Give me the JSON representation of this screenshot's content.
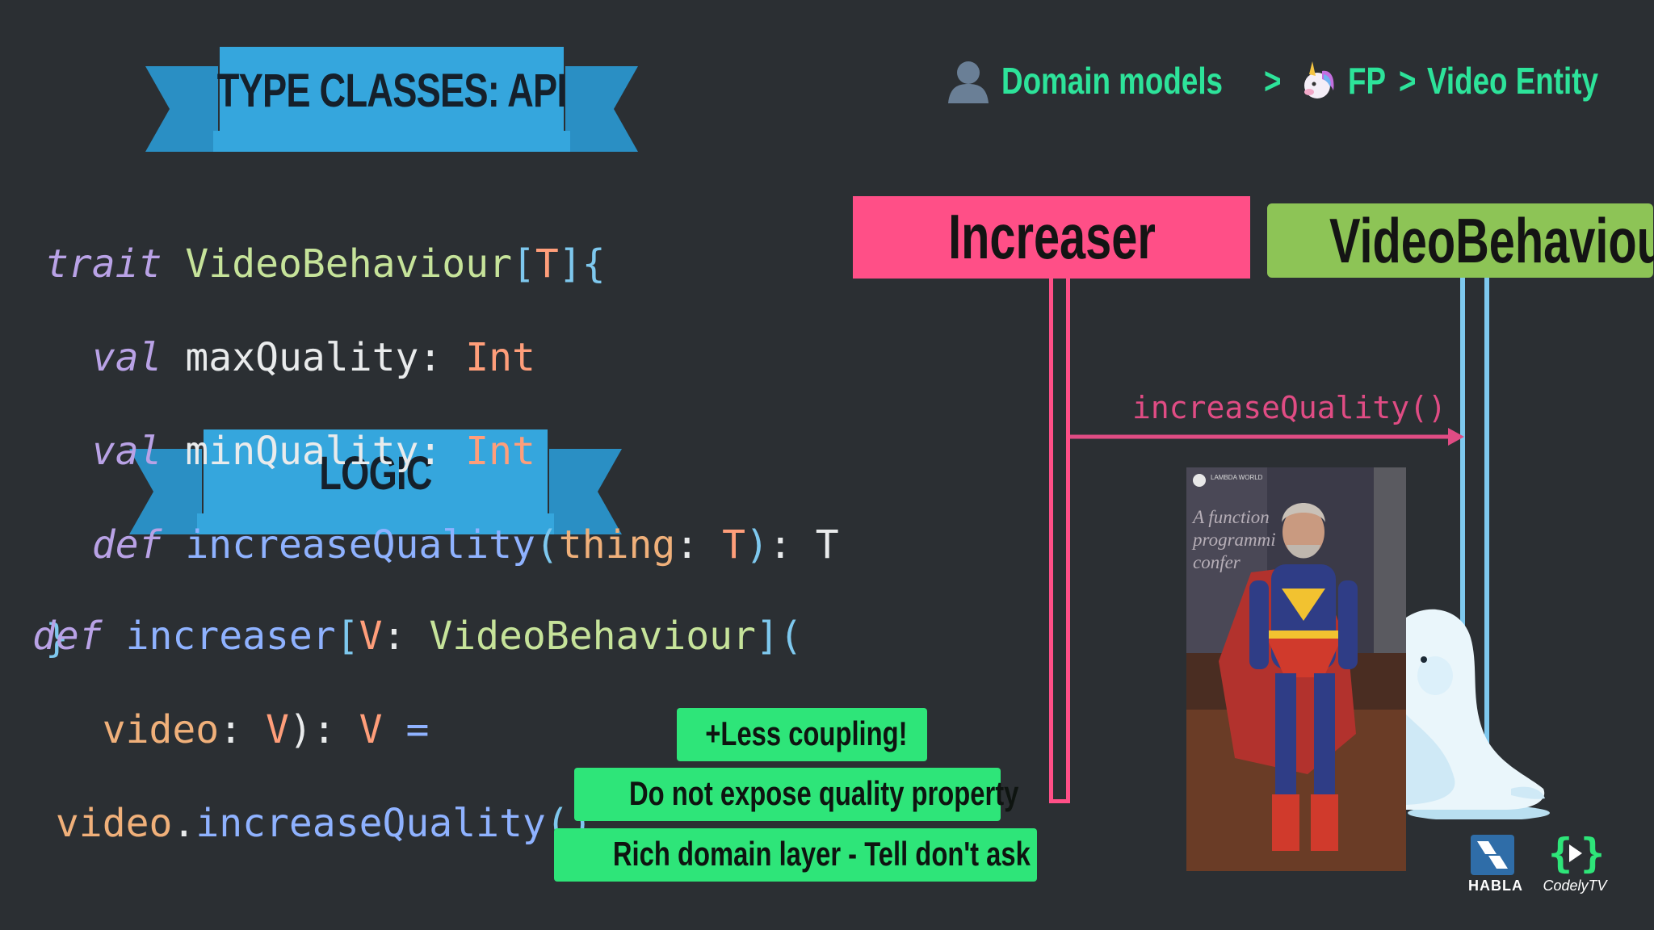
{
  "ribbons": {
    "api": "TYPE CLASSES: API",
    "logic": "LOGIC"
  },
  "breadcrumb": {
    "item1": "Domain models",
    "sep1": ">",
    "item2": "FP",
    "sep2": ">",
    "item3": "Video Entity"
  },
  "api_code": {
    "l1_kw": "trait",
    "l1_name": "VideoBehaviour",
    "l1_open": "[",
    "l1_t": "T",
    "l1_close": "]{",
    "l2_kw": "val",
    "l2_name": "maxQuality",
    "l2_colon": ":",
    "l2_type": "Int",
    "l3_kw": "val",
    "l3_name": "minQuality",
    "l3_colon": ":",
    "l3_type": "Int",
    "l4_kw": "def",
    "l4_name": "increaseQuality",
    "l4_open": "(",
    "l4_param": "thing",
    "l4_colon": ":",
    "l4_t": "T",
    "l4_close": ")",
    "l4_colon2": ":",
    "l4_ret": "T",
    "l5_close": "}"
  },
  "logic_code": {
    "l1_kw": "def",
    "l1_name": "increaser",
    "l1_open": "[",
    "l1_v": "V",
    "l1_colon": ":",
    "l1_type": "VideoBehaviour",
    "l1_close": "](",
    "l2_param": "video",
    "l2_colon": ":",
    "l2_v": "V",
    "l2_close": "):",
    "l2_v2": "V",
    "l2_eq": "=",
    "l3_obj": "video",
    "l3_dot": ".",
    "l3_call": "increaseQuality",
    "l3_parens": "()"
  },
  "diagram": {
    "increaser": "Increaser",
    "videobehaviour": "VideoBehaviour",
    "message": "increaseQuality()"
  },
  "notes": [
    "+Less coupling!",
    "Do not expose quality property",
    "Rich domain layer - Tell don't ask"
  ],
  "photo": {
    "caption1": "A function",
    "caption2": "programmi",
    "caption3": "confer",
    "badge": "LAMBDA WORLD"
  },
  "logos": {
    "habla": "HABLA",
    "codely": "CodelyTV"
  },
  "colors": {
    "background": "#2b2f33",
    "ribbon": "#35a6dd",
    "increaser": "#ff4f87",
    "videobehaviour": "#8dc456",
    "notes": "#2ee579",
    "breadcrumb": "#2de39a"
  }
}
